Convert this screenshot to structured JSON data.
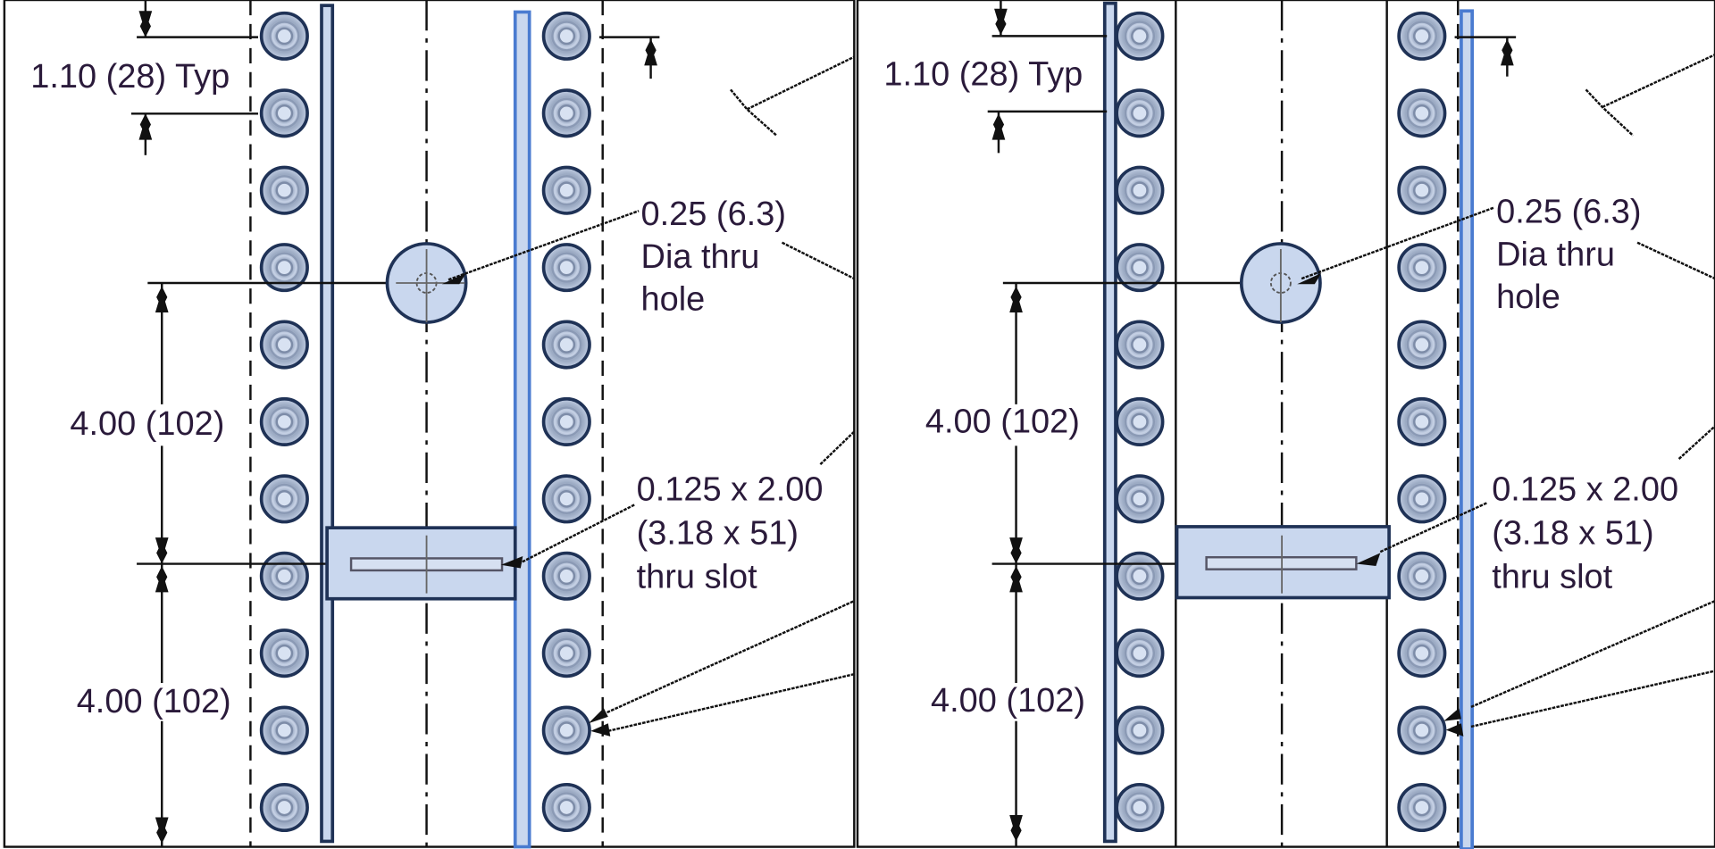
{
  "title": "Rack rail mounting hole pattern",
  "colors": {
    "line": "#111111",
    "rail_fill": "#c9d7ee",
    "rail_dark_stroke": "#1f3256",
    "rail_blue_stroke": "#4a7bd0",
    "hole_ring": "#1f3256",
    "hole_fill": "#b8c6de",
    "text": "#2a1a3a"
  },
  "panels": [
    {
      "id": "left-view",
      "labels": {
        "pitch": "1.10 (28) Typ",
        "upper_spacing": "4.00 (102)",
        "lower_spacing": "4.00 (102)",
        "hole_line1": "0.25 (6.3)",
        "hole_line2": "Dia thru",
        "hole_line3": "hole",
        "slot_line1": "0.125 x 2.00",
        "slot_line2": "(3.18 x 51)",
        "slot_line3": "thru slot"
      },
      "holes_per_column": 11
    },
    {
      "id": "right-view",
      "labels": {
        "pitch": "1.10 (28) Typ",
        "upper_spacing": "4.00 (102)",
        "lower_spacing": "4.00 (102)",
        "hole_line1": "0.25 (6.3)",
        "hole_line2": "Dia thru",
        "hole_line3": "hole",
        "slot_line1": "0.125 x 2.00",
        "slot_line2": "(3.18 x 51)",
        "slot_line3": "thru slot"
      },
      "holes_per_column": 11
    }
  ]
}
